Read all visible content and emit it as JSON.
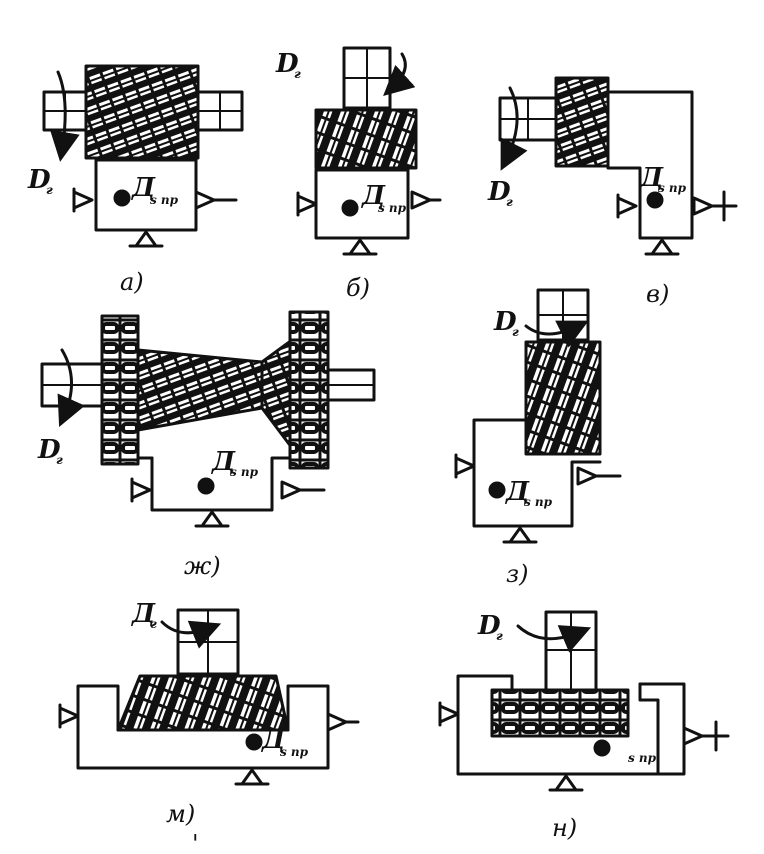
{
  "labels": {
    "dr": "D",
    "dr_sub": "г",
    "dr_alt": "Д",
    "dsmp": "Д",
    "dsmp_sub": "s пр",
    "dsmp_alt_sub": "s пр"
  },
  "captions": {
    "a": "а)",
    "b": "б)",
    "v": "в)",
    "zh": "ж)",
    "z": "з)",
    "m": "м)",
    "n": "н)",
    "tick": "'"
  }
}
